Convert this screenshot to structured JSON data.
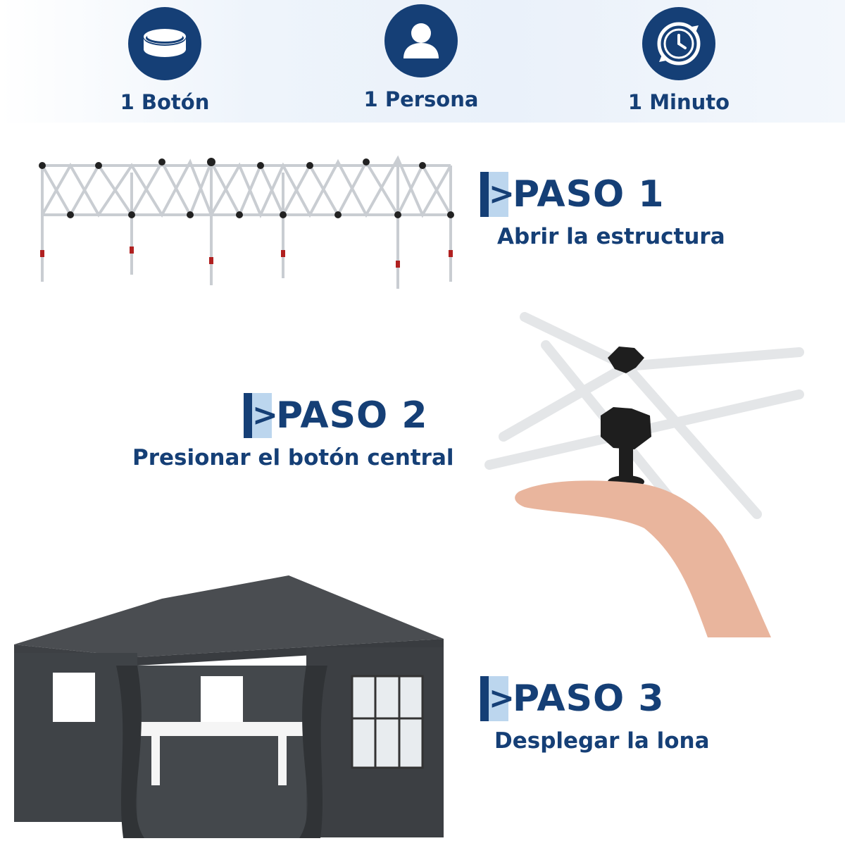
{
  "header": {
    "features": [
      {
        "icon": "button-icon",
        "label": "1 Botón"
      },
      {
        "icon": "person-icon",
        "label": "1 Persona"
      },
      {
        "icon": "clock-icon",
        "label": "1 Minuto"
      }
    ]
  },
  "steps": [
    {
      "marker": ">",
      "title": "PASO 1",
      "description": "Abrir la estructura"
    },
    {
      "marker": ">",
      "title": "PASO 2",
      "description": "Presionar el botón central"
    },
    {
      "marker": ">",
      "title": "PASO 3",
      "description": "Desplegar la lona"
    }
  ],
  "colors": {
    "brand": "#153f76",
    "accent": "#bcd6ee",
    "canopy": "#3f4347"
  }
}
